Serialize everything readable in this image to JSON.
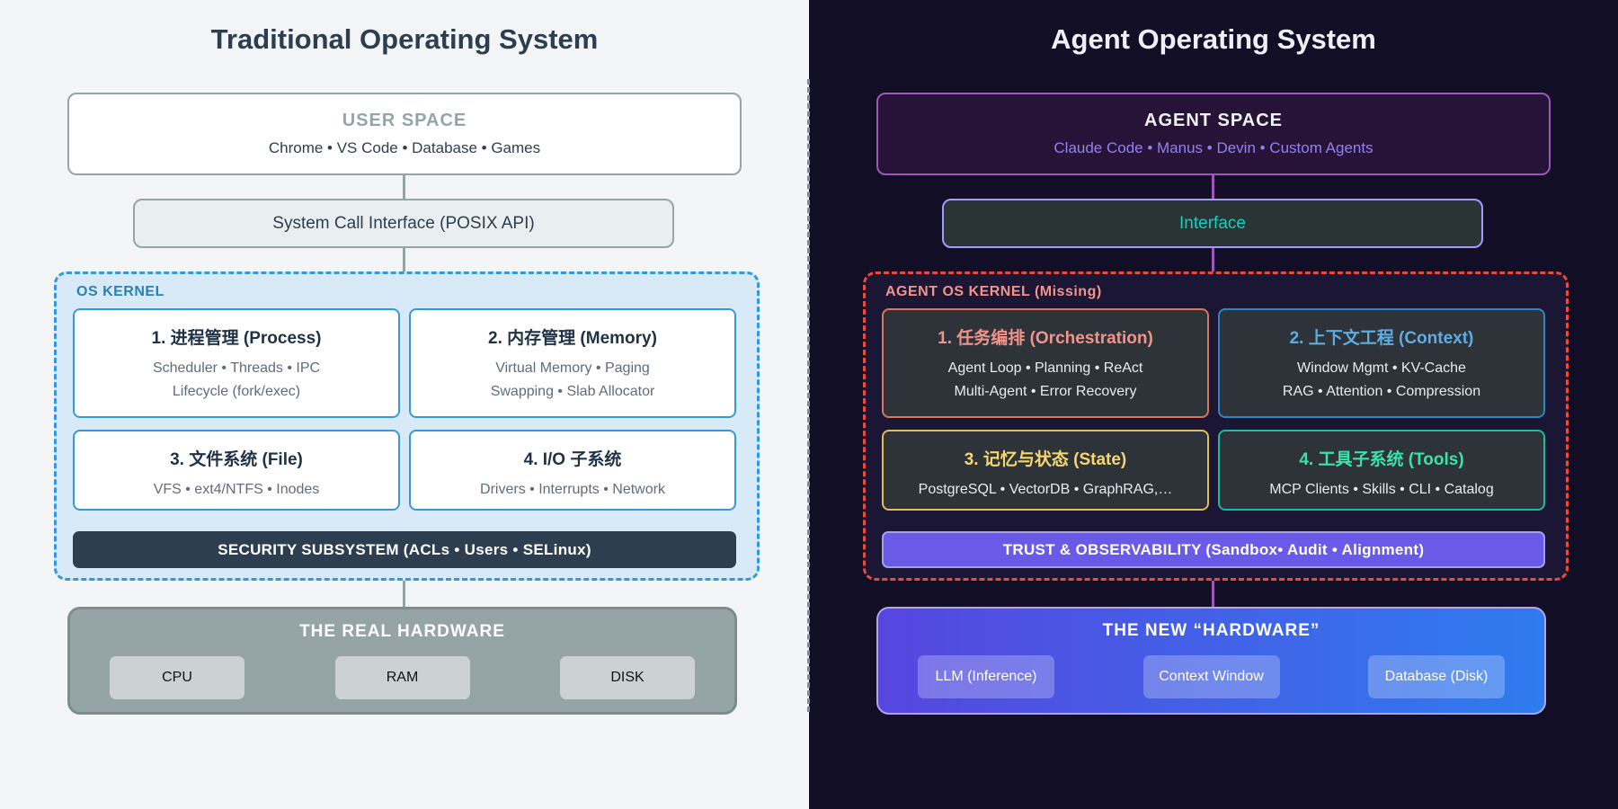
{
  "colors": {
    "left_bg": "#f4f5f7",
    "right_bg": "#120e26",
    "kernel_blue_dash": "#3498db",
    "kernel_red_dash": "#e74c3c",
    "kernel_label_left": "#2980b9",
    "kernel_label_right": "#f1948a",
    "navy": "#2c3e50",
    "gray": "#95a5a6",
    "purple_border": "#9b59b6",
    "agent_subtitle": "#9181f4",
    "interface_teal": "#14d0bf",
    "orchestration_accent": "#f1948a",
    "orchestration_border": "#d4785c",
    "context_accent": "#5dade2",
    "context_border": "#2e86c1",
    "state_accent": "#f5d76e",
    "state_border": "#e2bd54",
    "tools_accent": "#3ae3ab",
    "tools_border": "#1abc9c",
    "trust_bg": "#6a5ae8",
    "hw_gradient_from": "#5646df",
    "hw_gradient_to": "#2e7cee"
  },
  "left": {
    "title": "Traditional Operating System",
    "user_space": {
      "heading": "USER SPACE",
      "subtitle": "Chrome • VS Code • Database • Games"
    },
    "syscall_label": "System Call Interface (POSIX API)",
    "kernel": {
      "label": "OS KERNEL",
      "modules": [
        {
          "title": "1. 进程管理 (Process)",
          "line1": "Scheduler • Threads • IPC",
          "line2": "Lifecycle (fork/exec)"
        },
        {
          "title": "2. 内存管理 (Memory)",
          "line1": "Virtual Memory • Paging",
          "line2": "Swapping • Slab Allocator"
        },
        {
          "title": "3. 文件系统 (File)",
          "line1": "VFS • ext4/NTFS • Inodes"
        },
        {
          "title": "4. I/O 子系统",
          "line1": "Drivers • Interrupts • Network"
        }
      ],
      "bar": "SECURITY SUBSYSTEM (ACLs • Users • SELinux)"
    },
    "hardware": {
      "title": "THE REAL HARDWARE",
      "chips": [
        "CPU",
        "RAM",
        "DISK"
      ]
    }
  },
  "right": {
    "title": "Agent Operating System",
    "agent_space": {
      "heading": "AGENT SPACE",
      "subtitle": "Claude Code • Manus • Devin • Custom Agents"
    },
    "interface_label": "Interface",
    "kernel": {
      "label": "AGENT OS KERNEL (Missing)",
      "modules": [
        {
          "title": "1. 任务编排 (Orchestration)",
          "line1": "Agent Loop • Planning • ReAct",
          "line2": "Multi-Agent • Error Recovery"
        },
        {
          "title": "2. 上下文工程 (Context)",
          "line1": "Window Mgmt • KV-Cache",
          "line2": "RAG • Attention • Compression"
        },
        {
          "title": "3. 记忆与状态 (State)",
          "line1": "PostgreSQL • VectorDB • GraphRAG,…"
        },
        {
          "title": "4. 工具子系统 (Tools)",
          "line1": "MCP Clients • Skills • CLI • Catalog"
        }
      ],
      "bar": "TRUST & OBSERVABILITY (Sandbox• Audit • Alignment)"
    },
    "hardware": {
      "title": "THE NEW “HARDWARE”",
      "chips": [
        "LLM (Inference)",
        "Context Window",
        "Database (Disk)"
      ]
    }
  }
}
